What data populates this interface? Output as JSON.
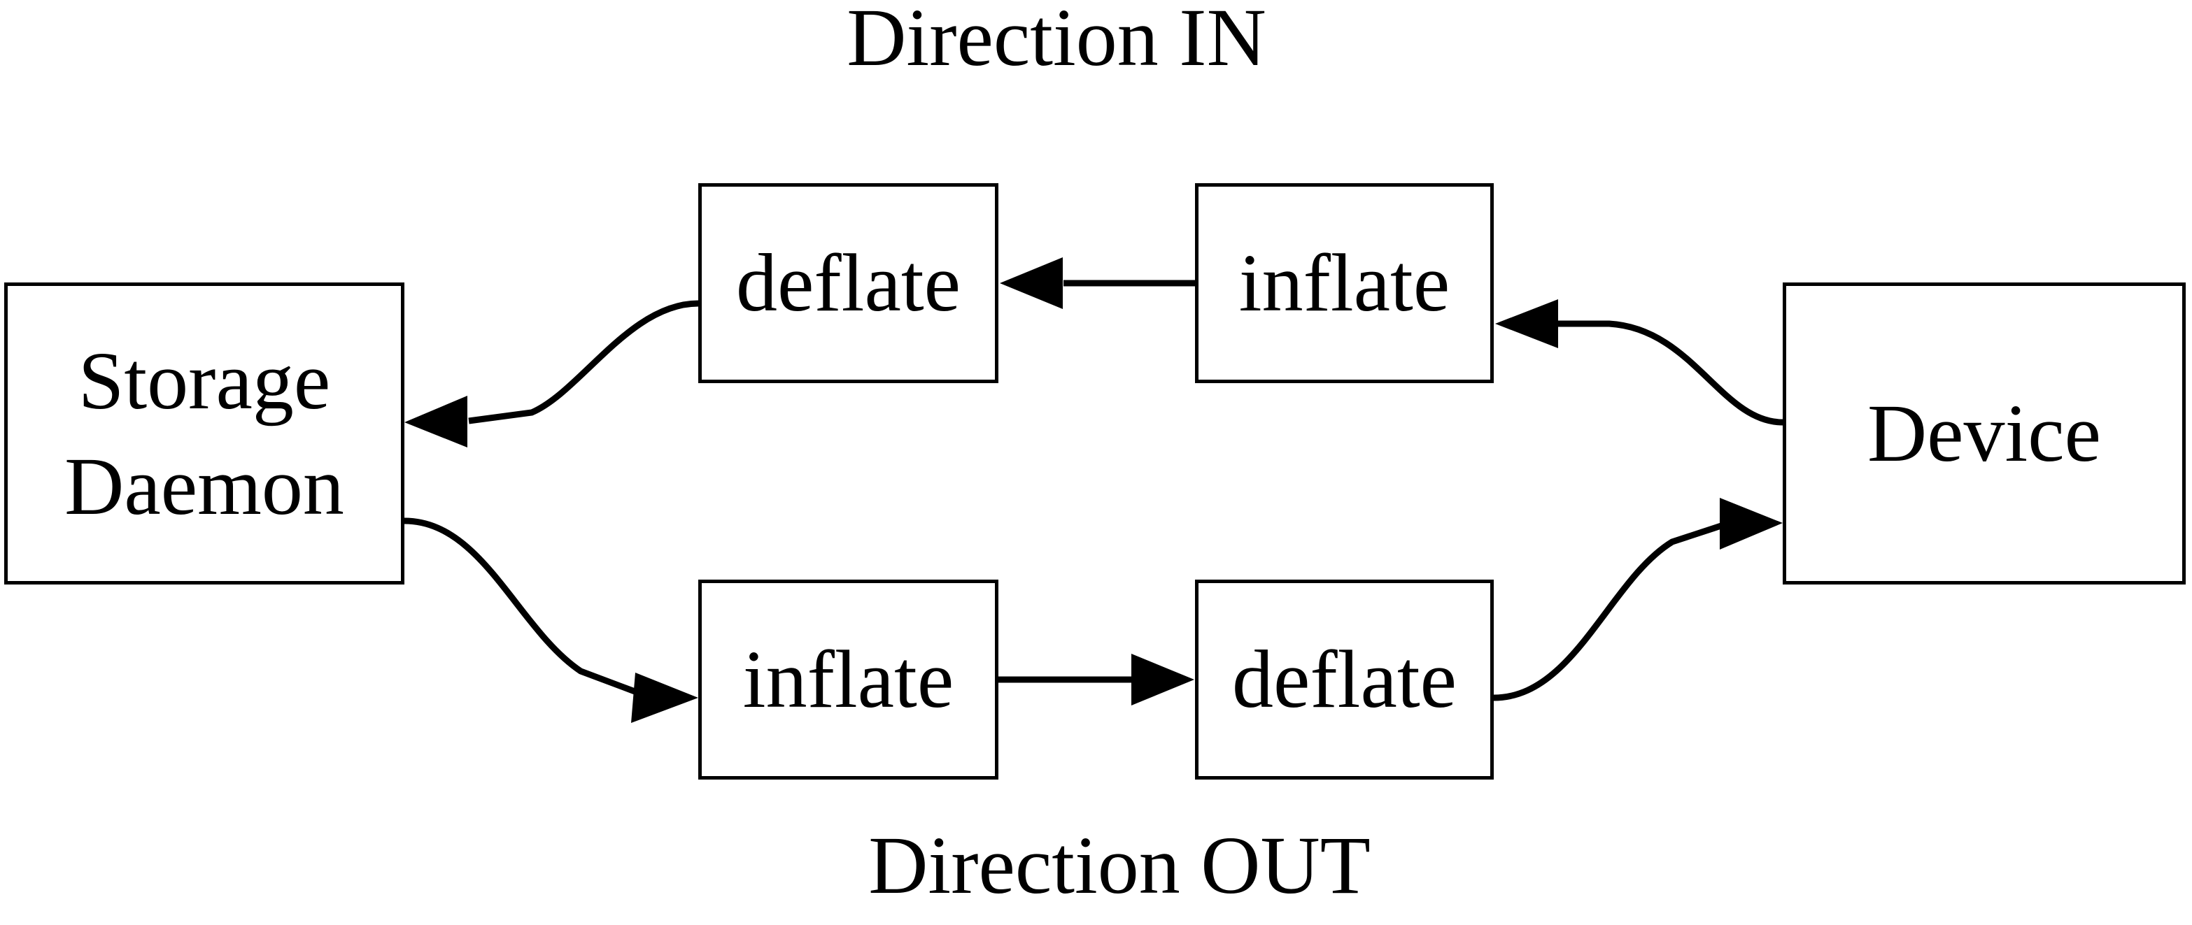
{
  "diagram": {
    "title_top": "Direction IN",
    "title_bottom": "Direction OUT",
    "stroke_color": "#000000",
    "background_color": "#ffffff",
    "nodes": {
      "storage_daemon_line1": "Storage",
      "storage_daemon_line2": "Daemon",
      "top_deflate": "deflate",
      "top_inflate": "inflate",
      "device": "Device",
      "bottom_inflate": "inflate",
      "bottom_deflate": "deflate"
    },
    "flows": {
      "in": [
        "Device",
        "inflate",
        "deflate",
        "Storage Daemon"
      ],
      "out": [
        "Storage Daemon",
        "inflate",
        "deflate",
        "Device"
      ]
    }
  }
}
